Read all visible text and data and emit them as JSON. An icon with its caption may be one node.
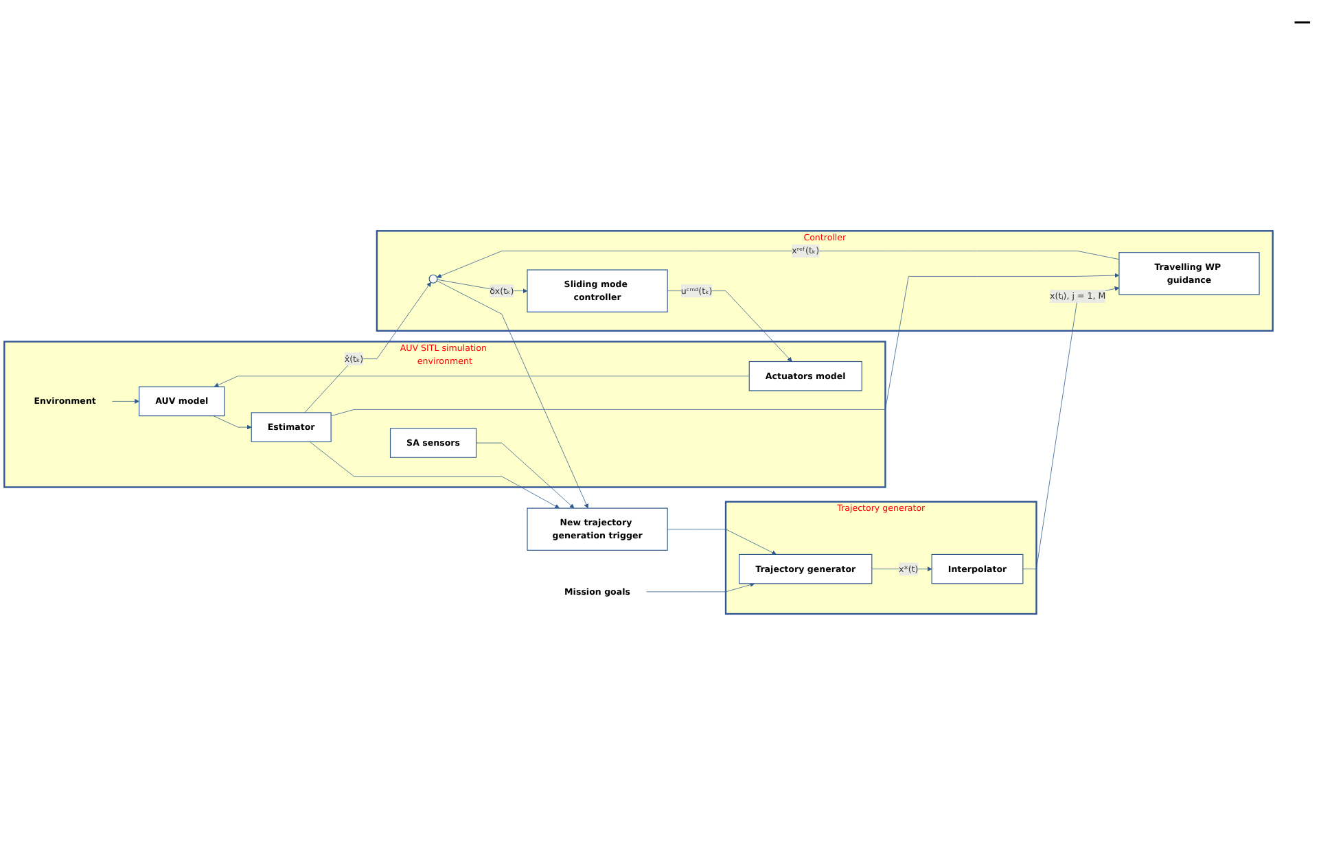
{
  "diagram": {
    "nodes": [
      {
        "text": [
          "AUV SITL simulation environment"
        ]
      },
      {
        "text": [
          "Environment"
        ],
        "in": 0
      },
      {
        "text": [
          "Actuators model"
        ],
        "in": 0
      },
      {
        "text": [
          "AUV model"
        ],
        "in": 0
      },
      {
        "text": [
          "Estimator"
        ],
        "in": 0
      },
      {
        "text": [
          "SA sensors"
        ],
        "in": 0
      },
      {
        "text": [
          "Controller"
        ]
      },
      {
        "text": [
          "Sliding mode controller"
        ],
        "in": 6
      },
      {
        "text": [],
        "shape": "circle",
        "in": 6
      },
      {
        "text": [
          "Travelling WP guidance"
        ],
        "in": 6
      },
      {
        "text": [
          "Trajectory generator"
        ]
      },
      {
        "text": [
          "Mission goals"
        ]
      },
      {
        "text": [
          "Trajectory generator"
        ],
        "in": 10
      },
      {
        "text": [
          "Interpolator"
        ],
        "in": 10
      },
      {
        "text": [
          "New trajectory generation trigger"
        ]
      }
    ],
    "edges": [
      {
        "from": 1,
        "to": 3,
        "arrow": "to"
      },
      {
        "from": 2,
        "to": 3,
        "arrow": "to"
      },
      {
        "from": 3,
        "to": 4,
        "arrow": "to"
      },
      {
        "from": 4,
        "to": 8,
        "arrow": "to",
        "label": "x̂(tₖ)"
      },
      {
        "from": 8,
        "to": 7,
        "arrow": "to",
        "label": "δx(tₖ)"
      },
      {
        "from": 7,
        "to": 2,
        "arrow": "to",
        "label": "uᶜᵐᵈ(tₖ)"
      },
      {
        "from": 8,
        "to": 14,
        "arrow": "to"
      },
      {
        "from": 9,
        "to": 8,
        "arrow": "to",
        "label": "xʳᵉᶠ(tₖ)"
      },
      {
        "from": 11,
        "to": 12,
        "arrow": "to"
      },
      {
        "from": 12,
        "to": 13,
        "arrow": "to",
        "label": "x*(t)"
      },
      {
        "from": 13,
        "to": 9,
        "arrow": "to",
        "label": "x(tⱼ), j = 1, M"
      },
      {
        "from": 4,
        "to": 9,
        "arrow": "to"
      },
      {
        "from": 4,
        "to": 14,
        "arrow": "to"
      },
      {
        "from": 5,
        "to": 14,
        "arrow": "to"
      },
      {
        "from": 14,
        "to": 12,
        "arrow": "to"
      }
    ],
    "labels": [
      "−"
    ]
  }
}
